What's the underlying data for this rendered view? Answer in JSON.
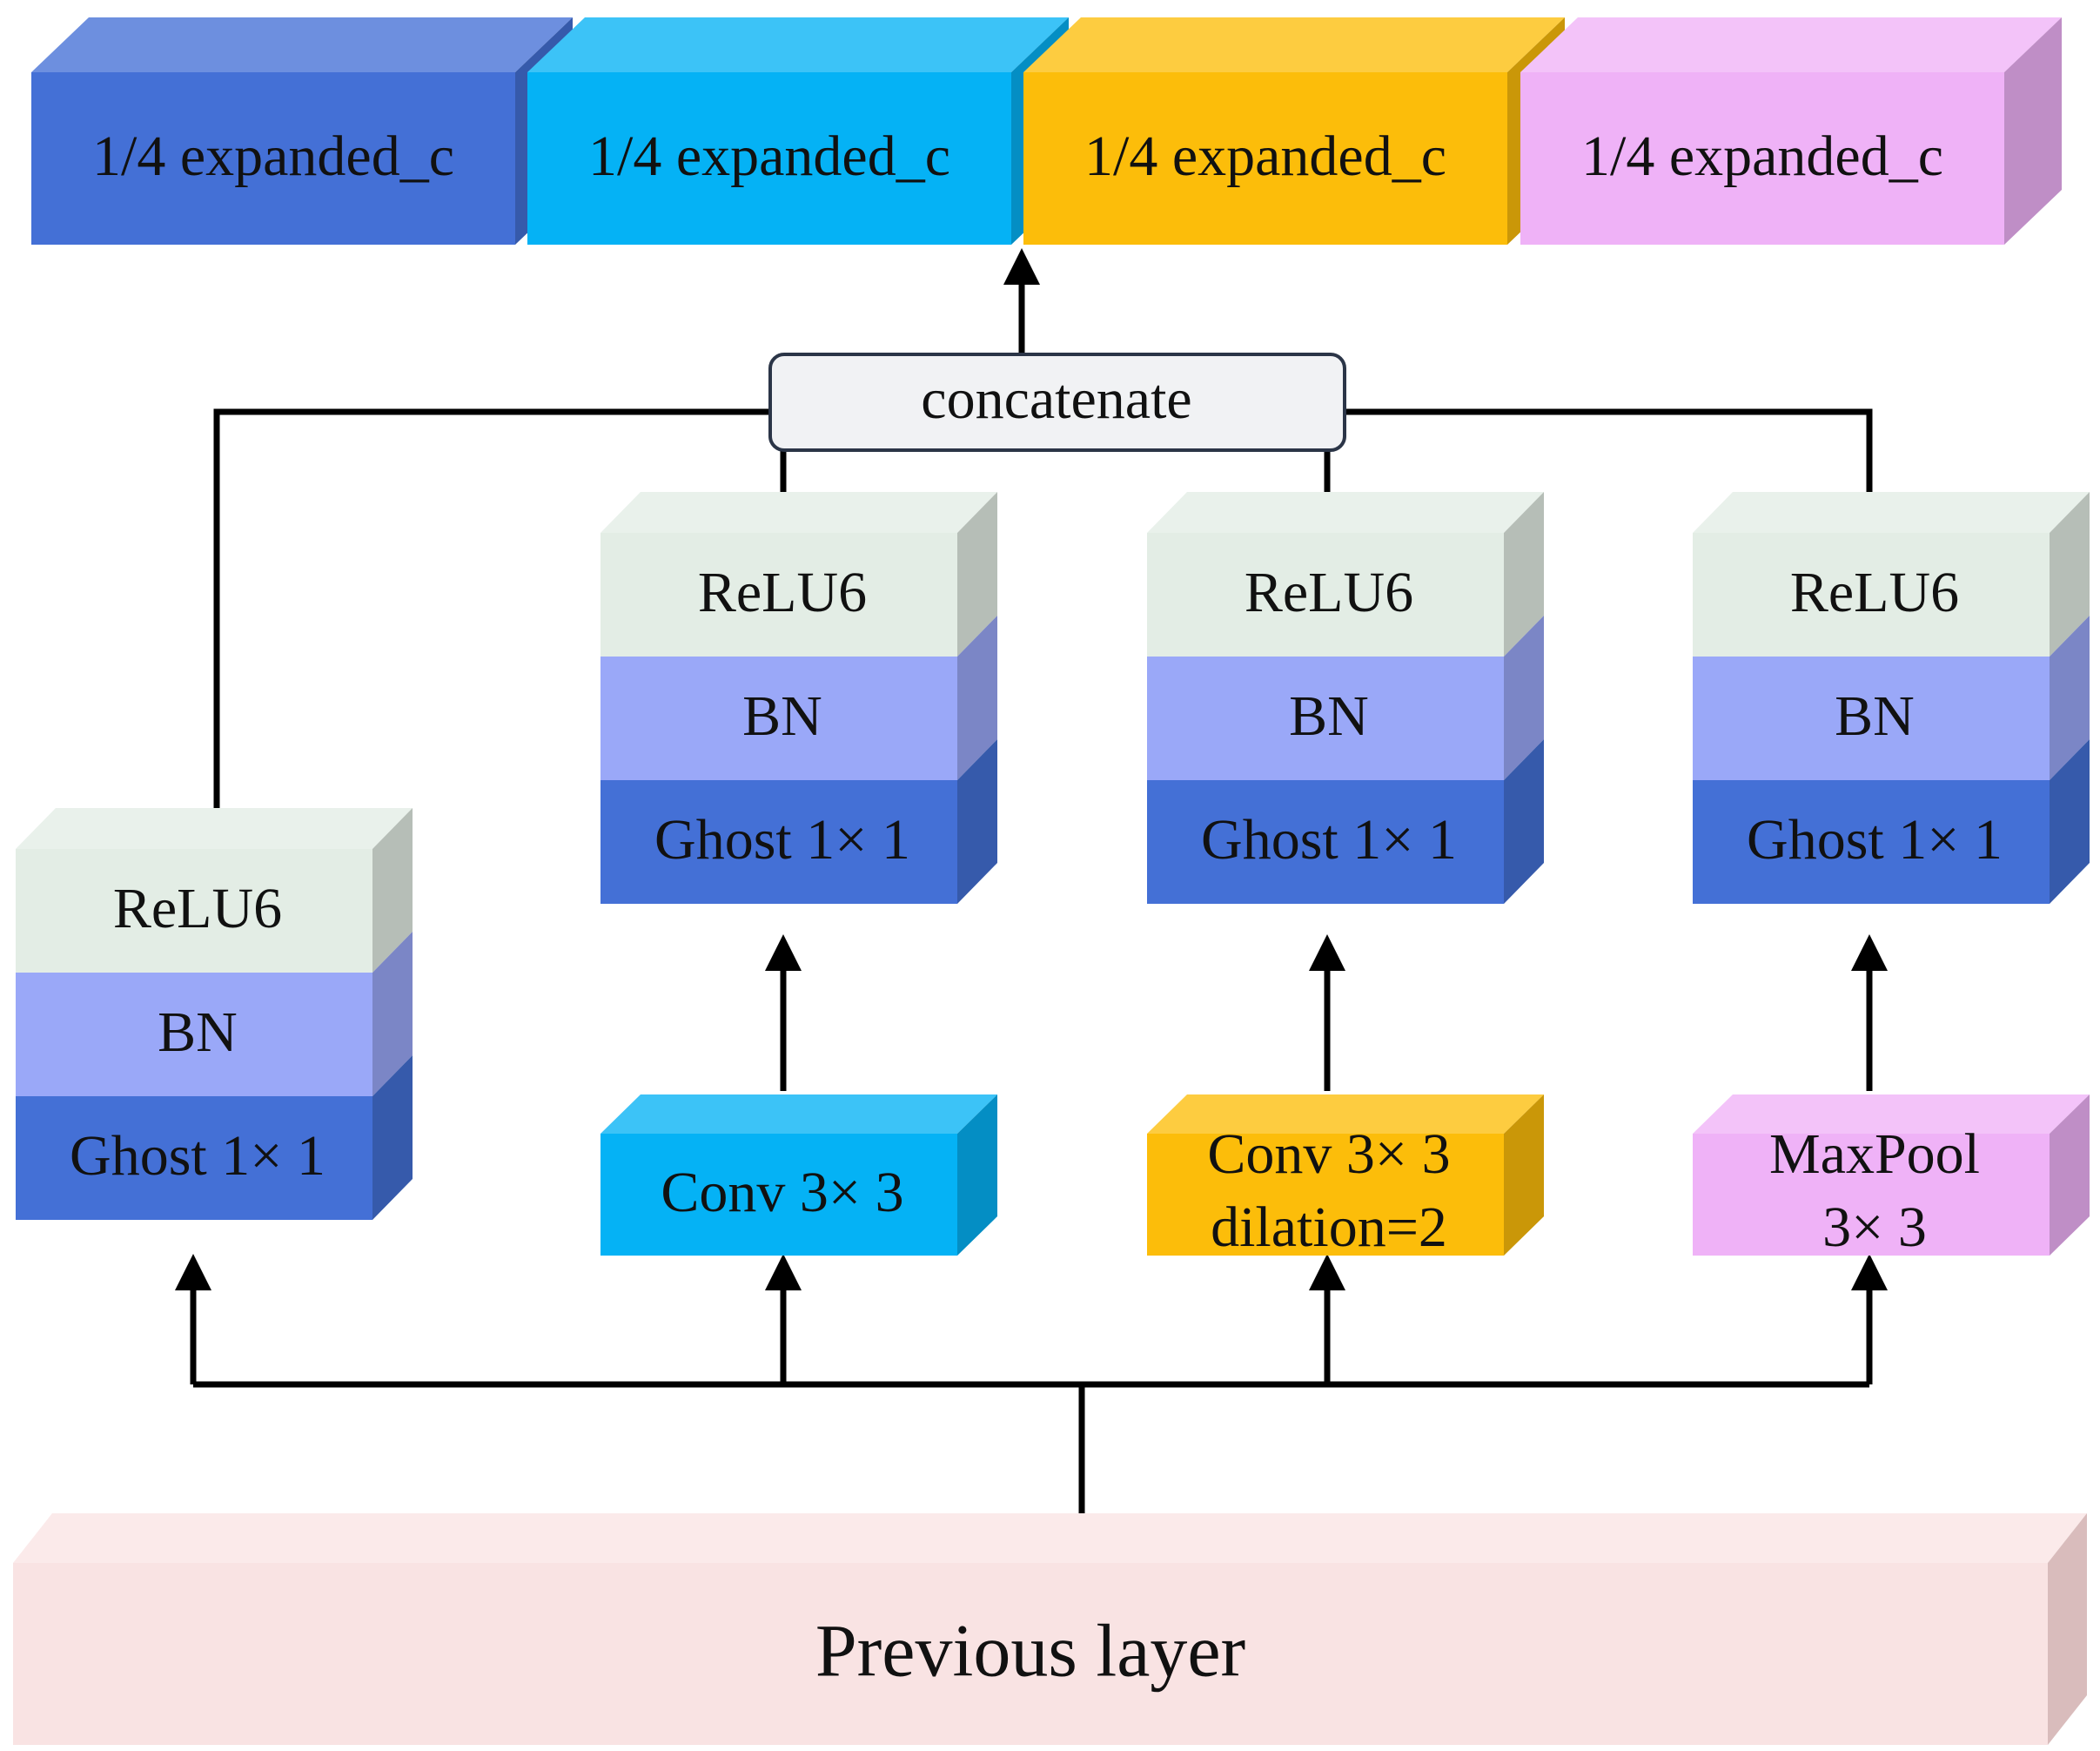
{
  "colors": {
    "dark_blue": "#4470d6",
    "cyan": "#05b2f5",
    "amber": "#fcbd0a",
    "pink": "#efb2f7",
    "light_green": "#e3ede5",
    "lavender": "#9aa8f8",
    "previous_layer": "#f9e3e3",
    "concat_box": "#f1f2f4",
    "wire": "#000000"
  },
  "output_blocks": [
    {
      "label": "1/4 expanded_c",
      "color": "dark_blue"
    },
    {
      "label": "1/4 expanded_c",
      "color": "cyan"
    },
    {
      "label": "1/4 expanded_c",
      "color": "amber"
    },
    {
      "label": "1/4 expanded_c",
      "color": "pink"
    }
  ],
  "concatenate": {
    "label": "concatenate"
  },
  "branches": [
    {
      "stack": [
        "ReLU6",
        "BN",
        "Ghost 1× 1"
      ],
      "pre_op": null
    },
    {
      "stack": [
        "ReLU6",
        "BN",
        "Ghost 1× 1"
      ],
      "pre_op": {
        "lines": [
          "Conv 3× 3"
        ],
        "color": "cyan"
      }
    },
    {
      "stack": [
        "ReLU6",
        "BN",
        "Ghost 1× 1"
      ],
      "pre_op": {
        "lines": [
          "Conv 3× 3",
          "dilation=2"
        ],
        "color": "amber"
      }
    },
    {
      "stack": [
        "ReLU6",
        "BN",
        "Ghost 1× 1"
      ],
      "pre_op": {
        "lines": [
          "MaxPool",
          "3× 3"
        ],
        "color": "pink"
      }
    }
  ],
  "previous_layer": {
    "label": "Previous layer"
  }
}
